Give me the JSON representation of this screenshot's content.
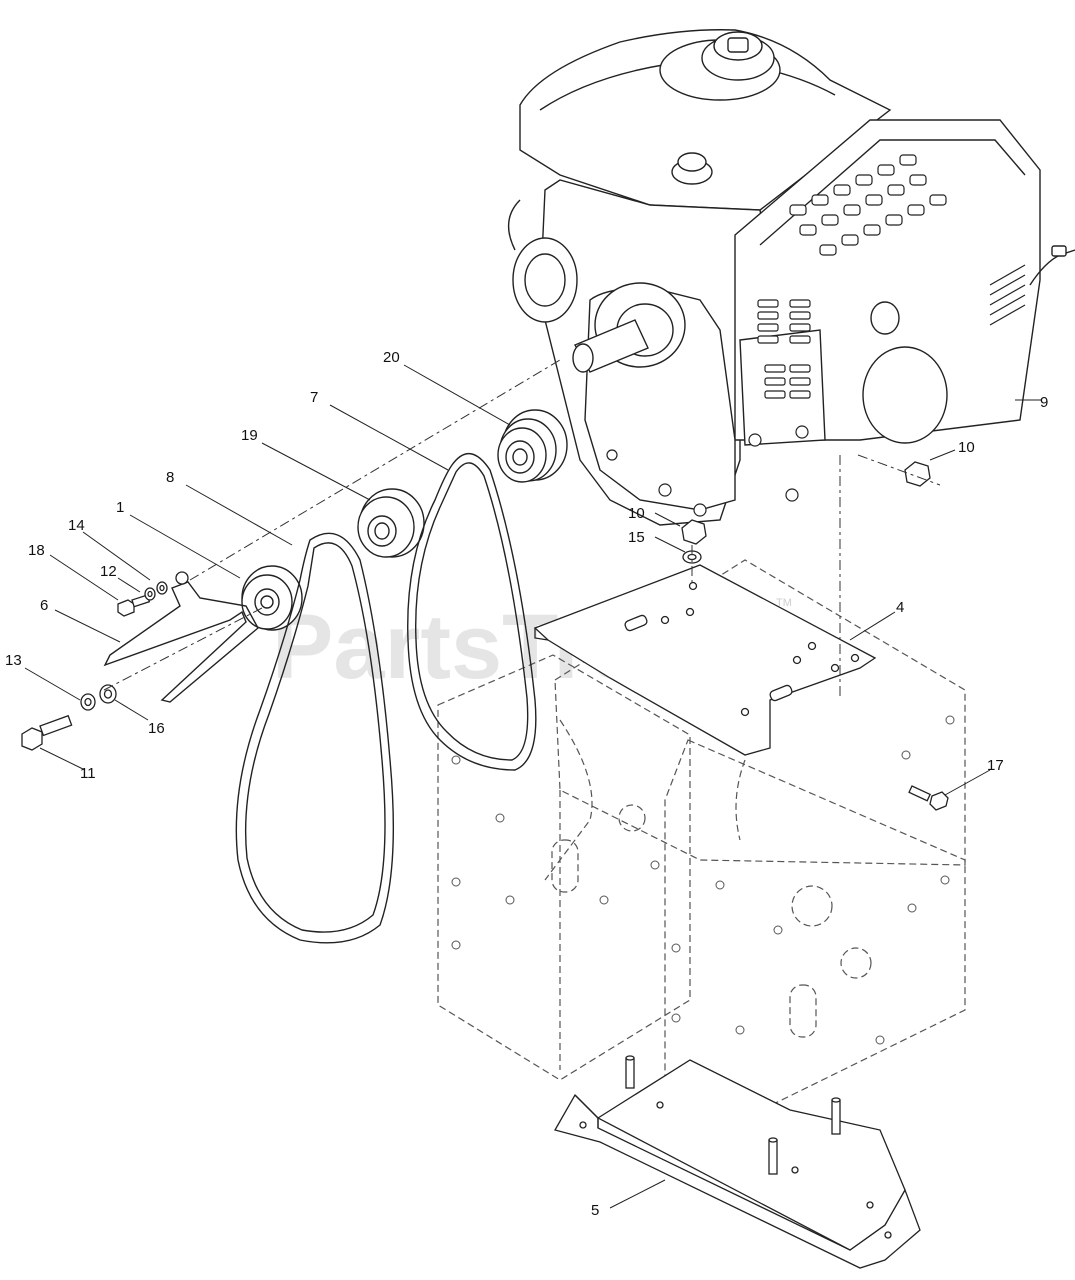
{
  "watermark": {
    "text": "PartsTree",
    "trademark": "TM"
  },
  "callouts": [
    {
      "label": "20"
    },
    {
      "label": "7"
    },
    {
      "label": "19"
    },
    {
      "label": "8"
    },
    {
      "label": "1"
    },
    {
      "label": "14"
    },
    {
      "label": "18"
    },
    {
      "label": "12"
    },
    {
      "label": "6"
    },
    {
      "label": "13"
    },
    {
      "label": "16"
    },
    {
      "label": "11"
    },
    {
      "label": "9"
    },
    {
      "label": "10"
    },
    {
      "label": "10"
    },
    {
      "label": "15"
    },
    {
      "label": "4"
    },
    {
      "label": "17"
    },
    {
      "label": "5"
    }
  ]
}
